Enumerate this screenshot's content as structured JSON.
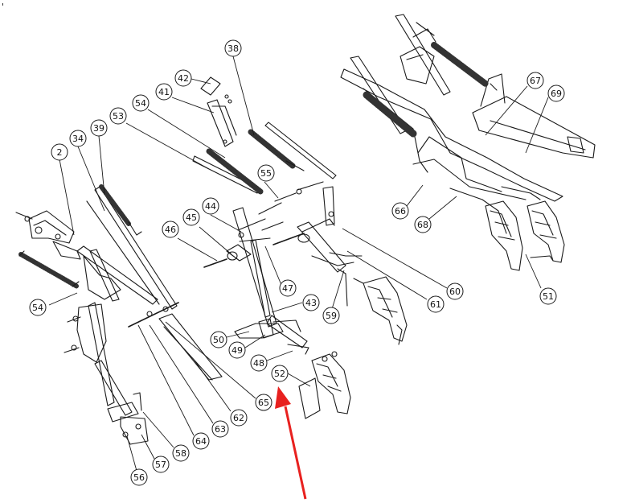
{
  "corner_mark": "'",
  "callouts": [
    {
      "label": "2"
    },
    {
      "label": "34"
    },
    {
      "label": "39"
    },
    {
      "label": "53"
    },
    {
      "label": "54"
    },
    {
      "label": "41"
    },
    {
      "label": "42"
    },
    {
      "label": "38"
    },
    {
      "label": "55"
    },
    {
      "label": "44"
    },
    {
      "label": "45"
    },
    {
      "label": "46"
    },
    {
      "label": "47"
    },
    {
      "label": "43"
    },
    {
      "label": "50"
    },
    {
      "label": "49"
    },
    {
      "label": "48"
    },
    {
      "label": "52"
    },
    {
      "label": "54"
    },
    {
      "label": "59"
    },
    {
      "label": "60"
    },
    {
      "label": "61"
    },
    {
      "label": "62"
    },
    {
      "label": "63"
    },
    {
      "label": "64"
    },
    {
      "label": "65"
    },
    {
      "label": "58"
    },
    {
      "label": "57"
    },
    {
      "label": "56"
    },
    {
      "label": "66"
    },
    {
      "label": "68"
    },
    {
      "label": "67"
    },
    {
      "label": "69"
    },
    {
      "label": "51"
    }
  ],
  "arrow_color": "#e8211f",
  "line_color": "#1a1a1a"
}
